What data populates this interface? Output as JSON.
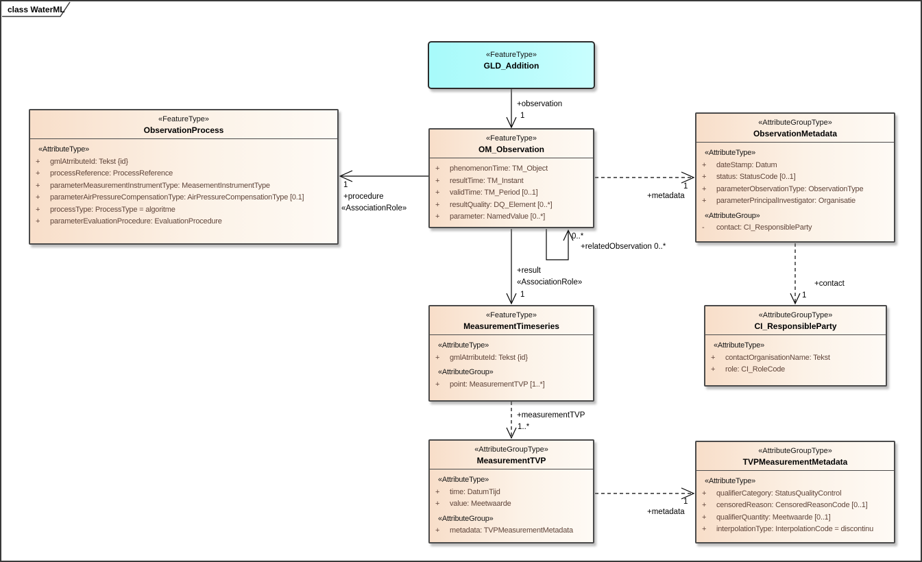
{
  "frame": {
    "tab_label": "class WaterML"
  },
  "colors": {
    "class_fill_left": "#F8DEC9",
    "class_fill_right": "#FEFAF5",
    "featuretype_highlight_fill": "#A7FAFA",
    "border": "#4A4A4A",
    "attribute_text": "#60453A",
    "line": "#000000"
  },
  "boxes": {
    "gldAddition": {
      "stereotype": "«FeatureType»",
      "name": "GLD_Addition"
    },
    "observationProcess": {
      "stereotype": "«FeatureType»",
      "name": "ObservationProcess",
      "rows": [
        {
          "text": "«AttributeType»"
        },
        {
          "vis": "+",
          "text": "gmlAtrributeId: Tekst {id}"
        },
        {
          "vis": "+",
          "text": "processReference: ProcessReference"
        },
        {
          "vis": "+",
          "text": "parameterMeasurementInstrumentType: MeasementInstrumentType"
        },
        {
          "vis": "+",
          "text": "parameterAirPressureCompensationType: AirPressureCompensationType [0.1]"
        },
        {
          "vis": "+",
          "text": "processType: ProcessType = algoritme"
        },
        {
          "vis": "+",
          "text": "parameterEvaluationProcedure: EvaluationProcedure"
        }
      ]
    },
    "omObservation": {
      "stereotype": "«FeatureType»",
      "name": "OM_Observation",
      "rows": [
        {
          "vis": "+",
          "text": "phenomenonTime: TM_Object"
        },
        {
          "vis": "+",
          "text": "resultTime: TM_Instant"
        },
        {
          "vis": "+",
          "text": "validTime: TM_Period [0..1]"
        },
        {
          "vis": "+",
          "text": "resultQuality: DQ_Element [0..*]"
        },
        {
          "vis": "+",
          "text": "parameter: NamedValue [0..*]"
        }
      ]
    },
    "observationMetadata": {
      "stereotype": "«AttributeGroupType»",
      "name": "ObservationMetadata",
      "rows": [
        {
          "text": "«AttributeType»"
        },
        {
          "vis": "+",
          "text": "dateStamp: Datum"
        },
        {
          "vis": "+",
          "text": "status: StatusCode [0..1]"
        },
        {
          "vis": "+",
          "text": "parameterObservationType: ObservationType"
        },
        {
          "vis": "+",
          "text": "parameterPrincipalInvestigator: Organisatie"
        },
        {
          "text": "«AttributeGroup»"
        },
        {
          "vis": "-",
          "text": "contact: CI_ResponsibleParty"
        }
      ]
    },
    "measurementTimeseries": {
      "stereotype": "«FeatureType»",
      "name": "MeasurementTimeseries",
      "rows": [
        {
          "text": "«AttributeType»"
        },
        {
          "vis": "+",
          "text": "gmlAtrributeId: Tekst {id}"
        },
        {
          "text": "«AttributeGroup»"
        },
        {
          "vis": "+",
          "text": "point: MeasurementTVP [1..*]"
        }
      ]
    },
    "ciResponsibleParty": {
      "stereotype": "«AttributeGroupType»",
      "name": "CI_ResponsibleParty",
      "rows": [
        {
          "text": "«AttributeType»"
        },
        {
          "vis": "+",
          "text": "contactOrganisationName: Tekst"
        },
        {
          "vis": "+",
          "text": "role: CI_RoleCode"
        }
      ]
    },
    "measurementTVP": {
      "stereotype": "«AttributeGroupType»",
      "name": "MeasurementTVP",
      "rows": [
        {
          "text": "«AttributeType»"
        },
        {
          "vis": "+",
          "text": "time: DatumTijd"
        },
        {
          "vis": "+",
          "text": "value: Meetwaarde"
        },
        {
          "text": "«AttributeGroup»"
        },
        {
          "vis": "+",
          "text": "metadata: TVPMeasurementMetadata"
        }
      ]
    },
    "tvpMeasurementMetadata": {
      "stereotype": "«AttributeGroupType»",
      "name": "TVPMeasurementMetadata",
      "rows": [
        {
          "text": "«AttributeType»"
        },
        {
          "vis": "+",
          "text": "qualifierCategory: StatusQualityControl"
        },
        {
          "vis": "+",
          "text": "censoredReason: CensoredReasonCode [0..1]"
        },
        {
          "vis": "+",
          "text": "qualifierQuantity: Meetwaarde [0..1]"
        },
        {
          "vis": "+",
          "text": "interpolationType: InterpolationCode = discontinu"
        }
      ]
    }
  },
  "edges": {
    "observation": {
      "label": "+observation",
      "multiplicity": "1"
    },
    "procedure": {
      "multiplicity": "1",
      "label": "+procedure",
      "stereotype": "«AssociationRole»"
    },
    "metadataObservation": {
      "multiplicity": "1",
      "label": "+metadata"
    },
    "relatedObservation": {
      "multiplicity": "0..*",
      "label": "+relatedObservation 0..*"
    },
    "result": {
      "label": "+result",
      "stereotype": "«AssociationRole»",
      "multiplicity": "1"
    },
    "contact": {
      "label": "+contact",
      "multiplicity": "1"
    },
    "measurementTVP": {
      "label": "+measurementTVP",
      "multiplicity": "1..*"
    },
    "metadataTVP": {
      "multiplicity": "1",
      "label": "+metadata"
    }
  }
}
